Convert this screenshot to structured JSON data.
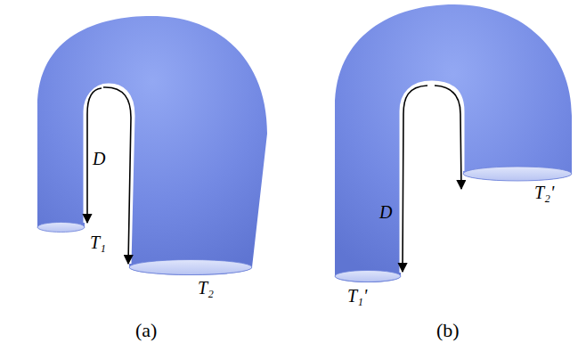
{
  "diagram": {
    "labels": [
      "D",
      "T₁",
      "T₂",
      "(a)",
      "D",
      "T₁'",
      "T₂'",
      "(b)"
    ]
  }
}
